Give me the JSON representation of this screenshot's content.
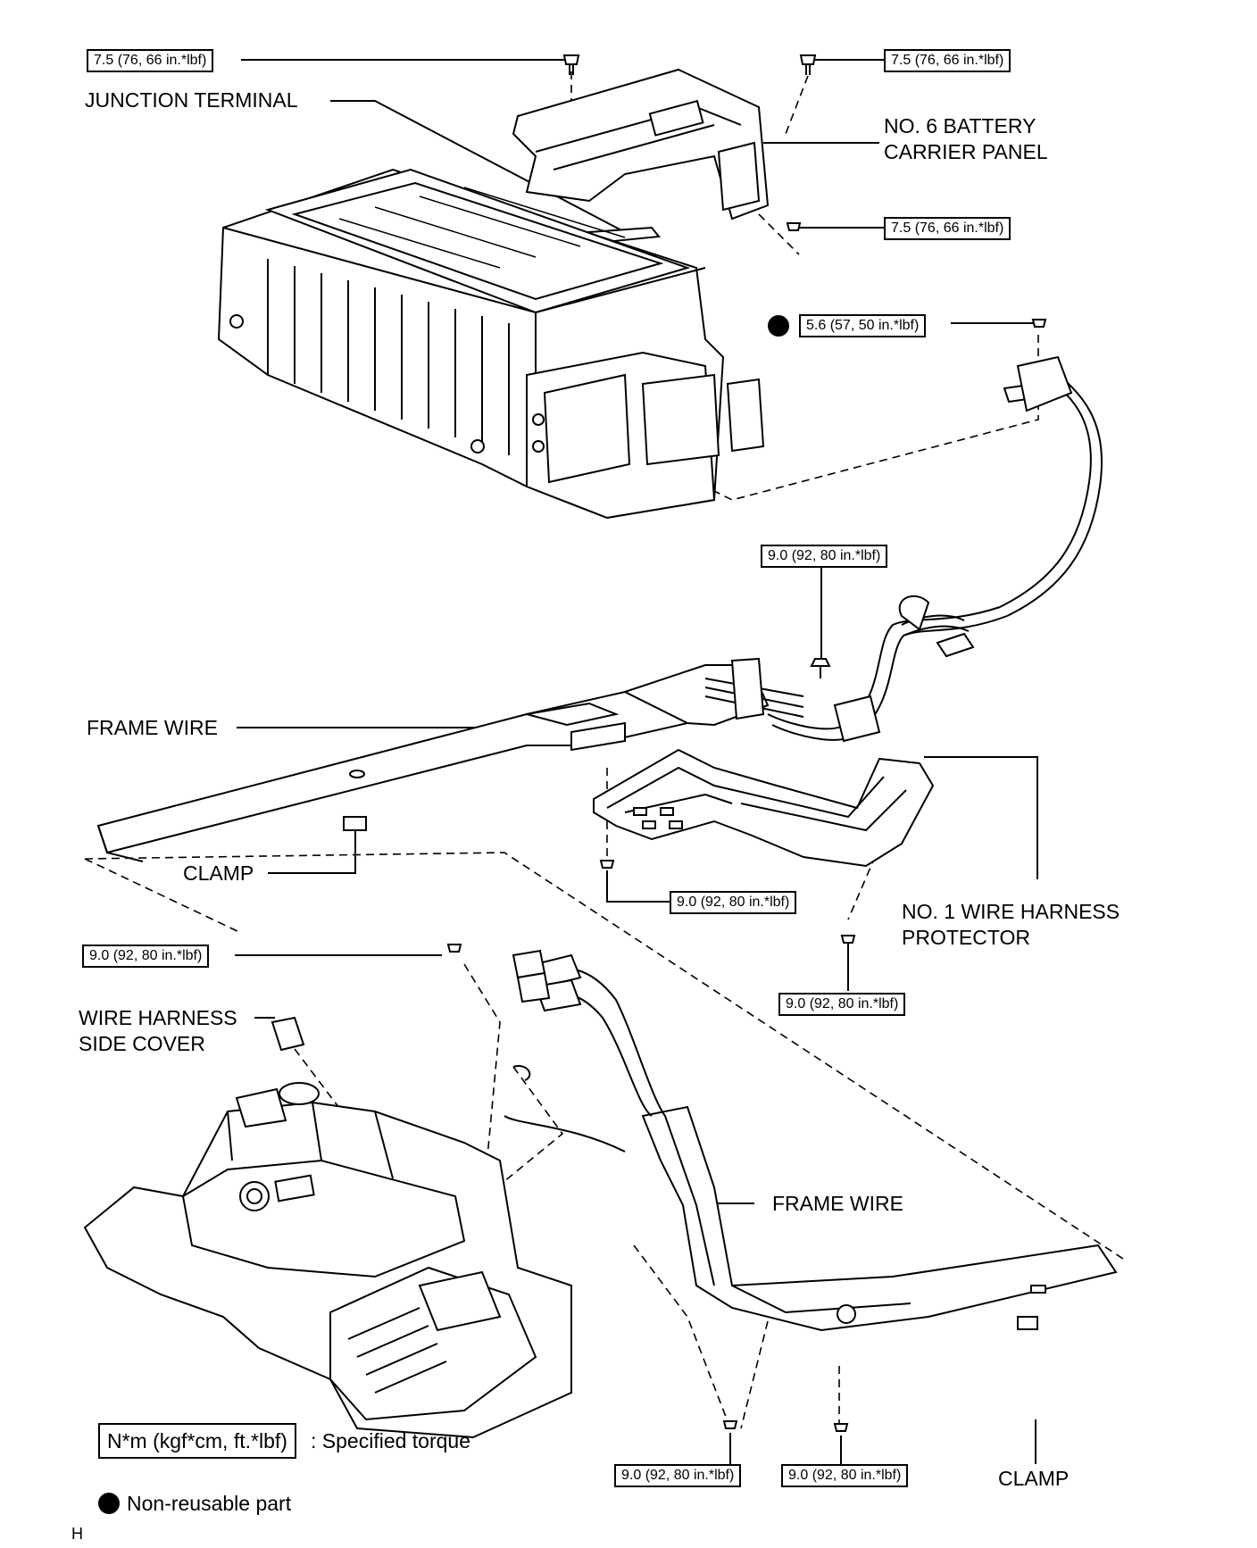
{
  "labels": {
    "junction_terminal": "JUNCTION TERMINAL",
    "battery_carrier_panel_1": "NO. 6 BATTERY",
    "battery_carrier_panel_2": "CARRIER PANEL",
    "frame_wire_upper": "FRAME WIRE",
    "clamp_upper": "CLAMP",
    "harness_protector_1": "NO. 1 WIRE HARNESS",
    "harness_protector_2": "PROTECTOR",
    "side_cover_1": "WIRE HARNESS",
    "side_cover_2": "SIDE COVER",
    "frame_wire_lower": "FRAME WIRE",
    "clamp_lower": "CLAMP"
  },
  "torques": {
    "t1": "7.5 (76, 66 in.*lbf)",
    "t2": "7.5 (76, 66 in.*lbf)",
    "t3": "7.5 (76, 66 in.*lbf)",
    "t4": "5.6 (57, 50 in.*lbf)",
    "t5": "9.0 (92, 80 in.*lbf)",
    "t6": "9.0 (92, 80 in.*lbf)",
    "t7": "9.0 (92, 80 in.*lbf)",
    "t8": "9.0 (92, 80 in.*lbf)",
    "t9": "9.0 (92, 80 in.*lbf)",
    "t10": "9.0 (92, 80 in.*lbf)"
  },
  "legend": {
    "torque_unit": "N*m (kgf*cm, ft.*lbf)",
    "torque_desc": ": Specified torque",
    "nonreusable": "Non-reusable part"
  },
  "corner_mark": "H"
}
